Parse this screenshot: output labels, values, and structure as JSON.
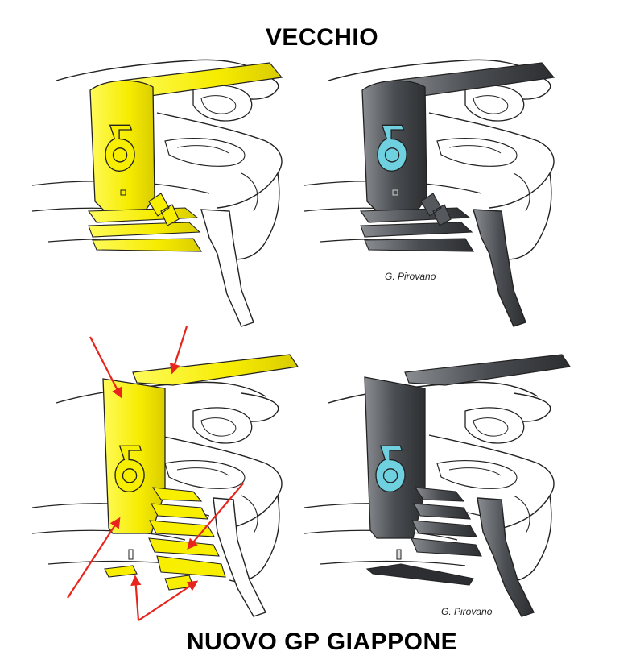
{
  "header": {
    "title": "VECCHIO"
  },
  "footer": {
    "title": "NUOVO GP GIAPPONE"
  },
  "credits": {
    "top_right": "G. Pirovano",
    "bottom_right": "G. Pirovano"
  },
  "panels": [
    {
      "id": "old-yellow",
      "color": "#f7ee00",
      "version": "old"
    },
    {
      "id": "old-grey",
      "color": "#55585c",
      "version": "old"
    },
    {
      "id": "new-yellow",
      "color": "#f7ee00",
      "version": "new"
    },
    {
      "id": "new-grey",
      "color": "#55585c",
      "version": "new"
    }
  ],
  "colors": {
    "annotation": "#e8251c",
    "logo_fill": "#6fd0e0",
    "outline": "#1a1a1a"
  }
}
